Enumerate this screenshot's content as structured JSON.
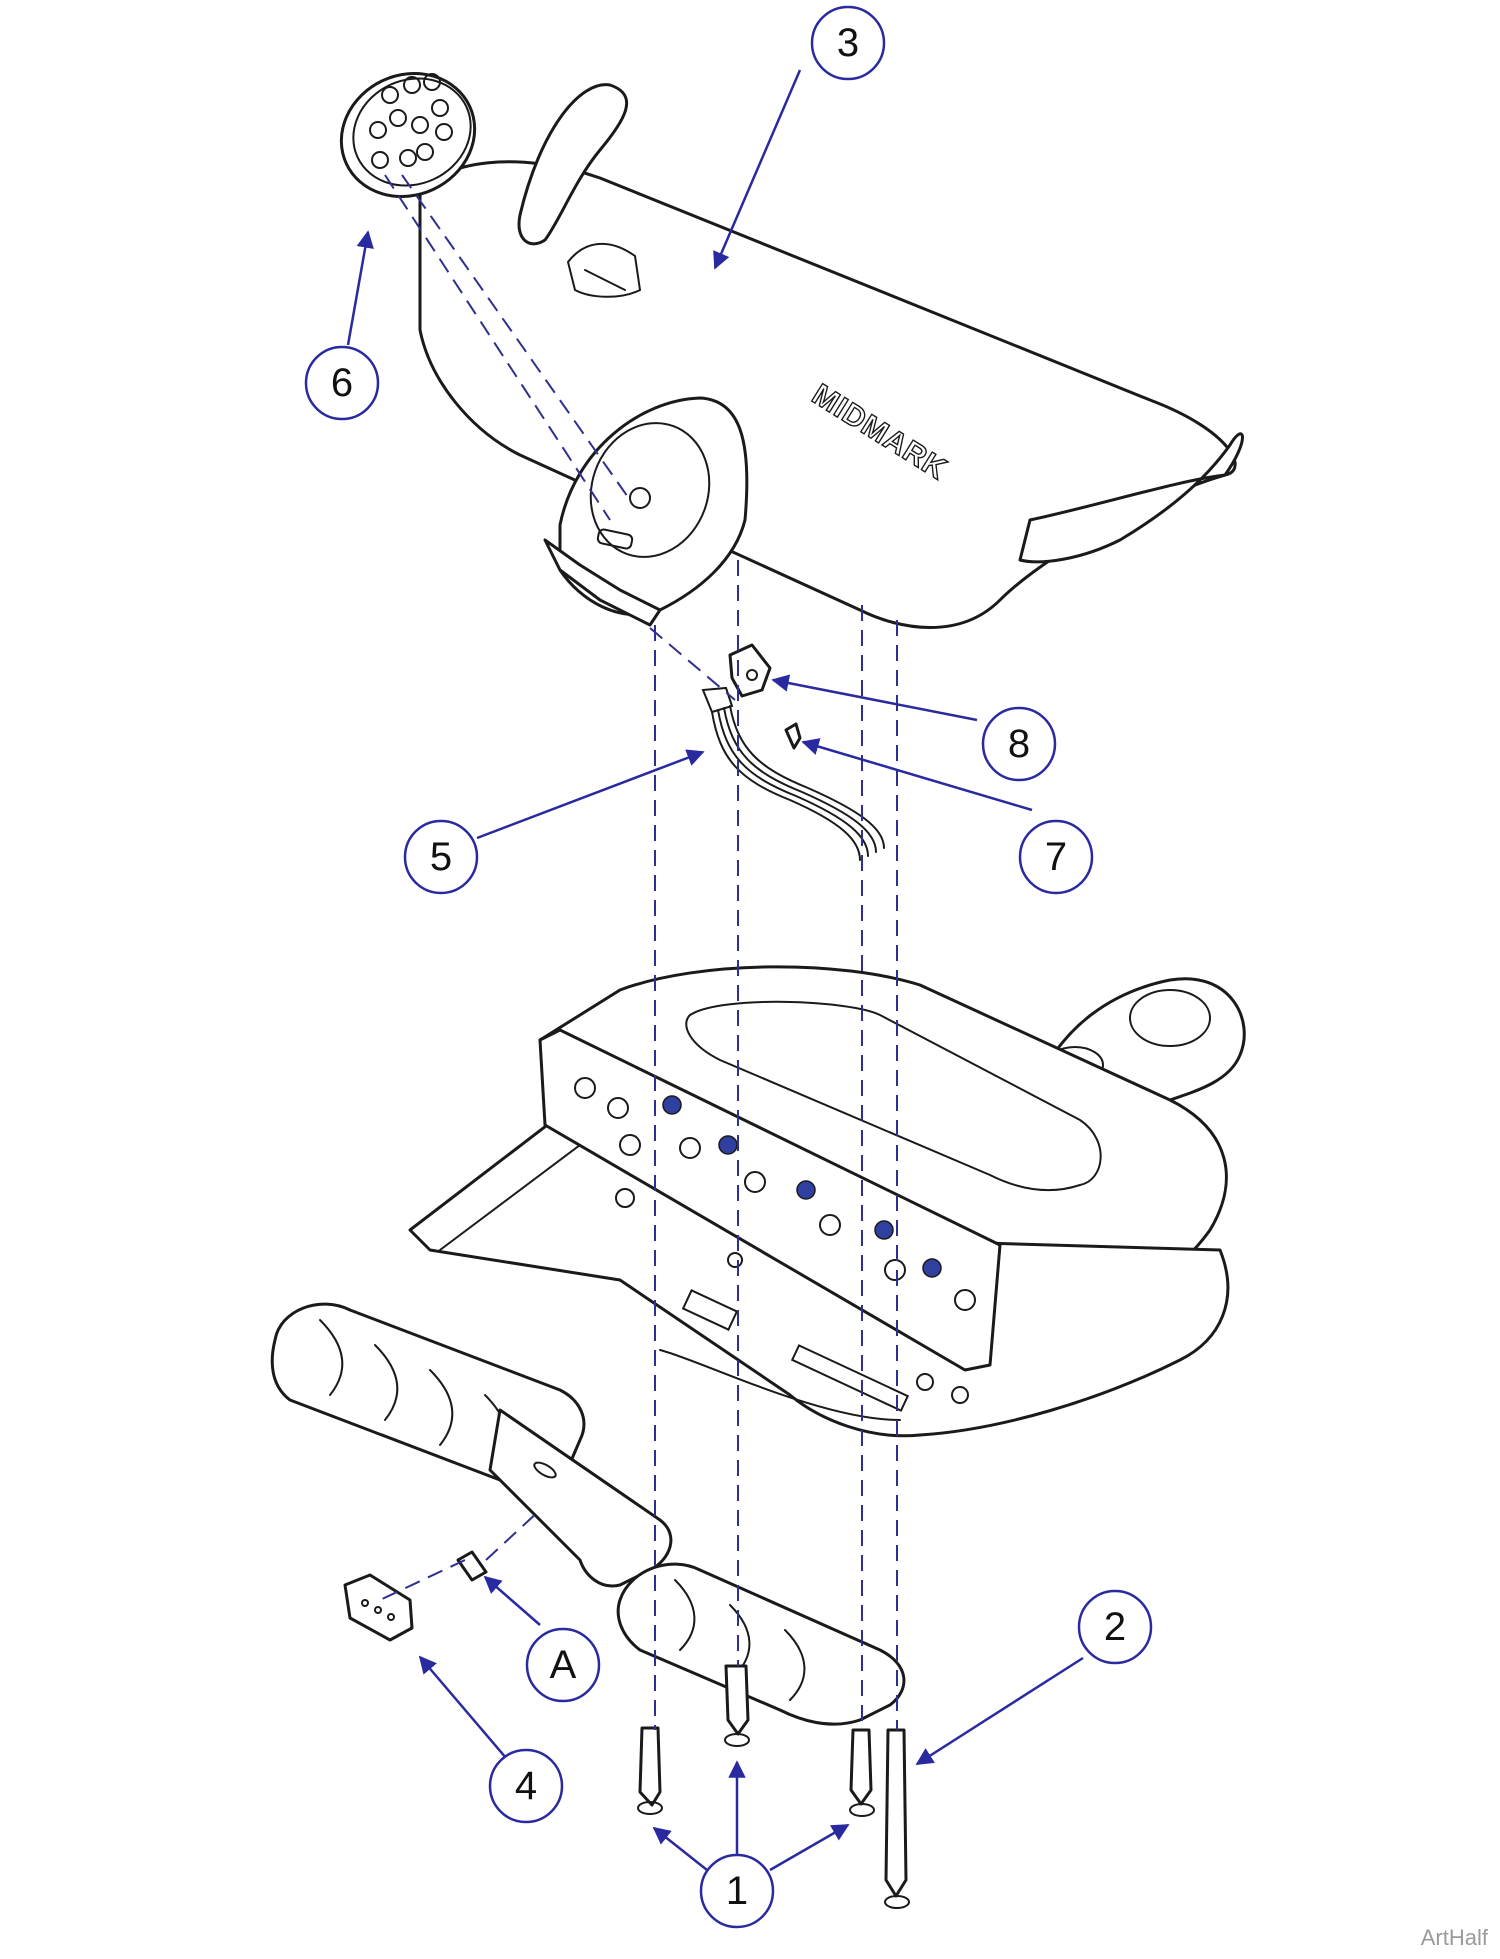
{
  "diagram": {
    "brand_label": "MIDMARK",
    "callouts": [
      {
        "id": "callout-1",
        "label": "1"
      },
      {
        "id": "callout-2",
        "label": "2"
      },
      {
        "id": "callout-3",
        "label": "3"
      },
      {
        "id": "callout-4",
        "label": "4"
      },
      {
        "id": "callout-5",
        "label": "5"
      },
      {
        "id": "callout-6",
        "label": "6"
      },
      {
        "id": "callout-7",
        "label": "7"
      },
      {
        "id": "callout-8",
        "label": "8"
      },
      {
        "id": "callout-a",
        "label": "A"
      }
    ],
    "colors": {
      "leader": "#2a2aa0",
      "dashed_guide": "#2f2f8f",
      "line_art": "#1a1a1a"
    }
  },
  "watermark": "ArtHalf"
}
